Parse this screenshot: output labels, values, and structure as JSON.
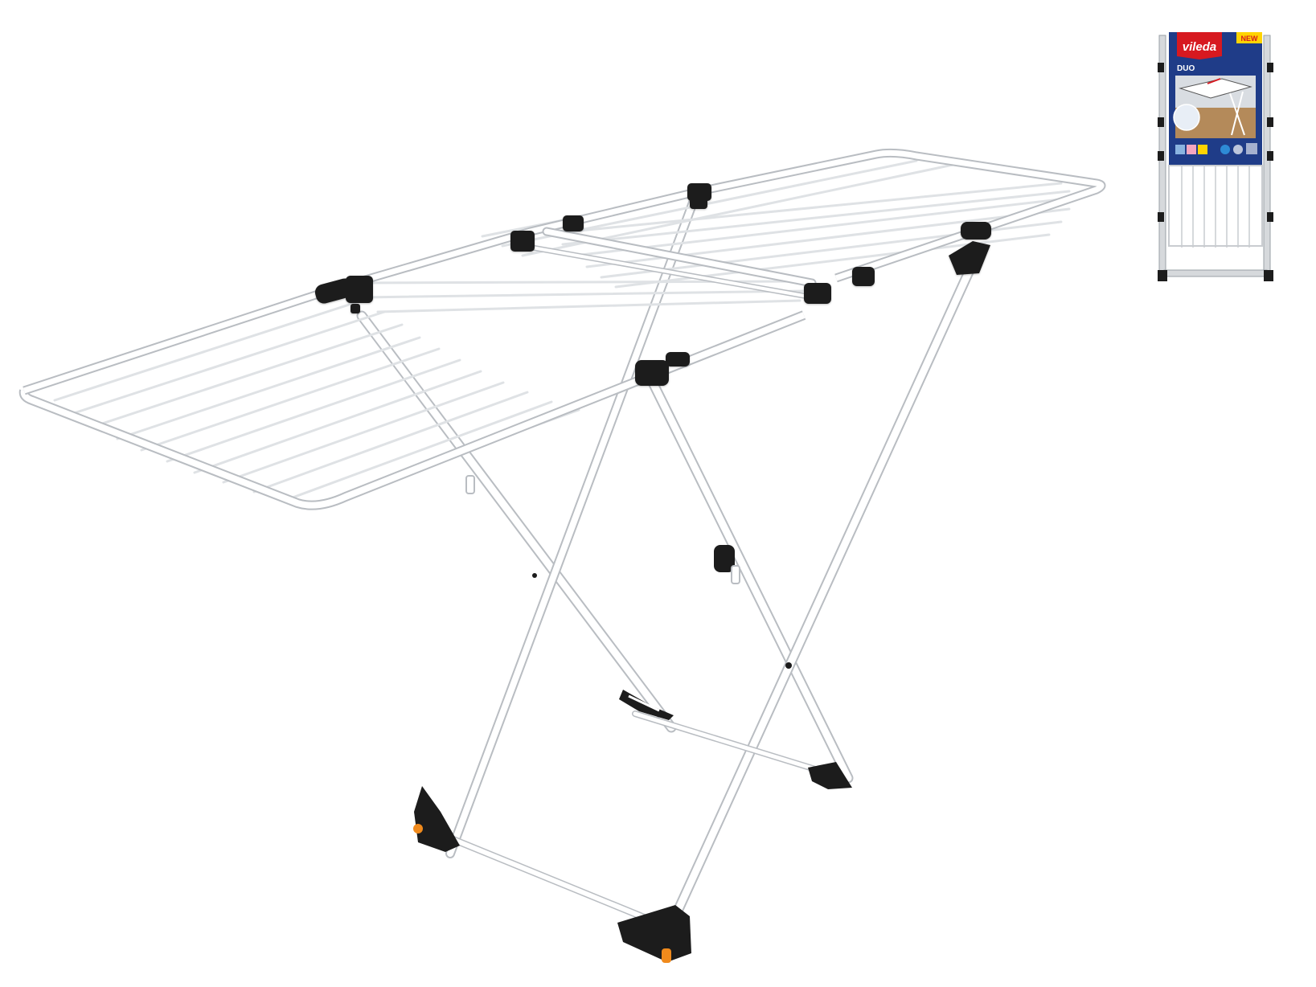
{
  "package": {
    "brand": "vileda",
    "badge": "NEW",
    "product_name": "DUO"
  },
  "colors": {
    "frame": "#ffffff",
    "frame_outline": "#c9ccd0",
    "clip": "#1c1c1c",
    "foot_accent": "#f08a1c",
    "brand_red": "#d71920",
    "badge_yellow": "#ffd400",
    "package_blue": "#1f3c88"
  },
  "icons": [
    "drying-rack-image",
    "vileda-logo",
    "package-thumbnail"
  ]
}
